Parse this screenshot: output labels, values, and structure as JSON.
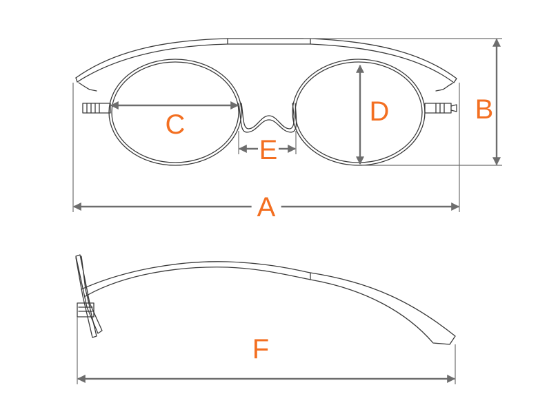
{
  "colors": {
    "label": "#f36f21",
    "dimension_line": "#6d6d6d",
    "frame_outline": "#3a3a3a",
    "background": "#ffffff"
  },
  "labels": {
    "overall_width": "A",
    "lens_height_front": "B",
    "lens_width": "C",
    "lens_height": "D",
    "bridge_width": "E",
    "temple_length": "F"
  }
}
